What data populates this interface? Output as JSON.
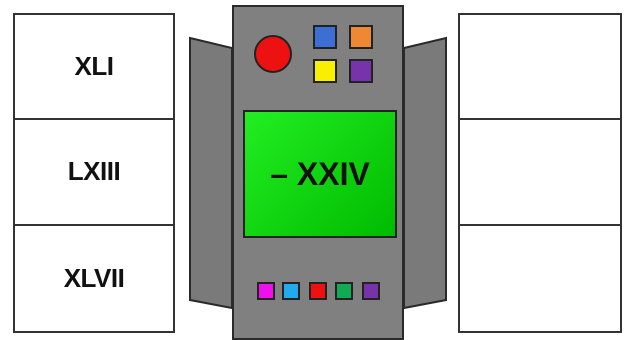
{
  "inputs": [
    "XLI",
    "LXIII",
    "XLVII"
  ],
  "answers": [
    "",
    "",
    ""
  ],
  "display": {
    "value": "– XXIV",
    "color_top": "#22ee22",
    "color_bottom": "#00bb00"
  },
  "colors": {
    "machine_body": "#808080",
    "machine_flap": "#7a7a7a",
    "outline": "#2a2a2a",
    "red_button": "#ee1111"
  },
  "top_buttons": [
    {
      "name": "blue",
      "color": "#3b6fd4"
    },
    {
      "name": "orange",
      "color": "#ee8833"
    },
    {
      "name": "yellow",
      "color": "#f8f000"
    },
    {
      "name": "purple",
      "color": "#7733aa"
    }
  ],
  "bottom_buttons": [
    {
      "name": "magenta",
      "color": "#ee11ee"
    },
    {
      "name": "sky-blue",
      "color": "#22aaee"
    },
    {
      "name": "red",
      "color": "#ee1111"
    },
    {
      "name": "green",
      "color": "#11aa55"
    },
    {
      "name": "purple",
      "color": "#7733aa"
    }
  ]
}
